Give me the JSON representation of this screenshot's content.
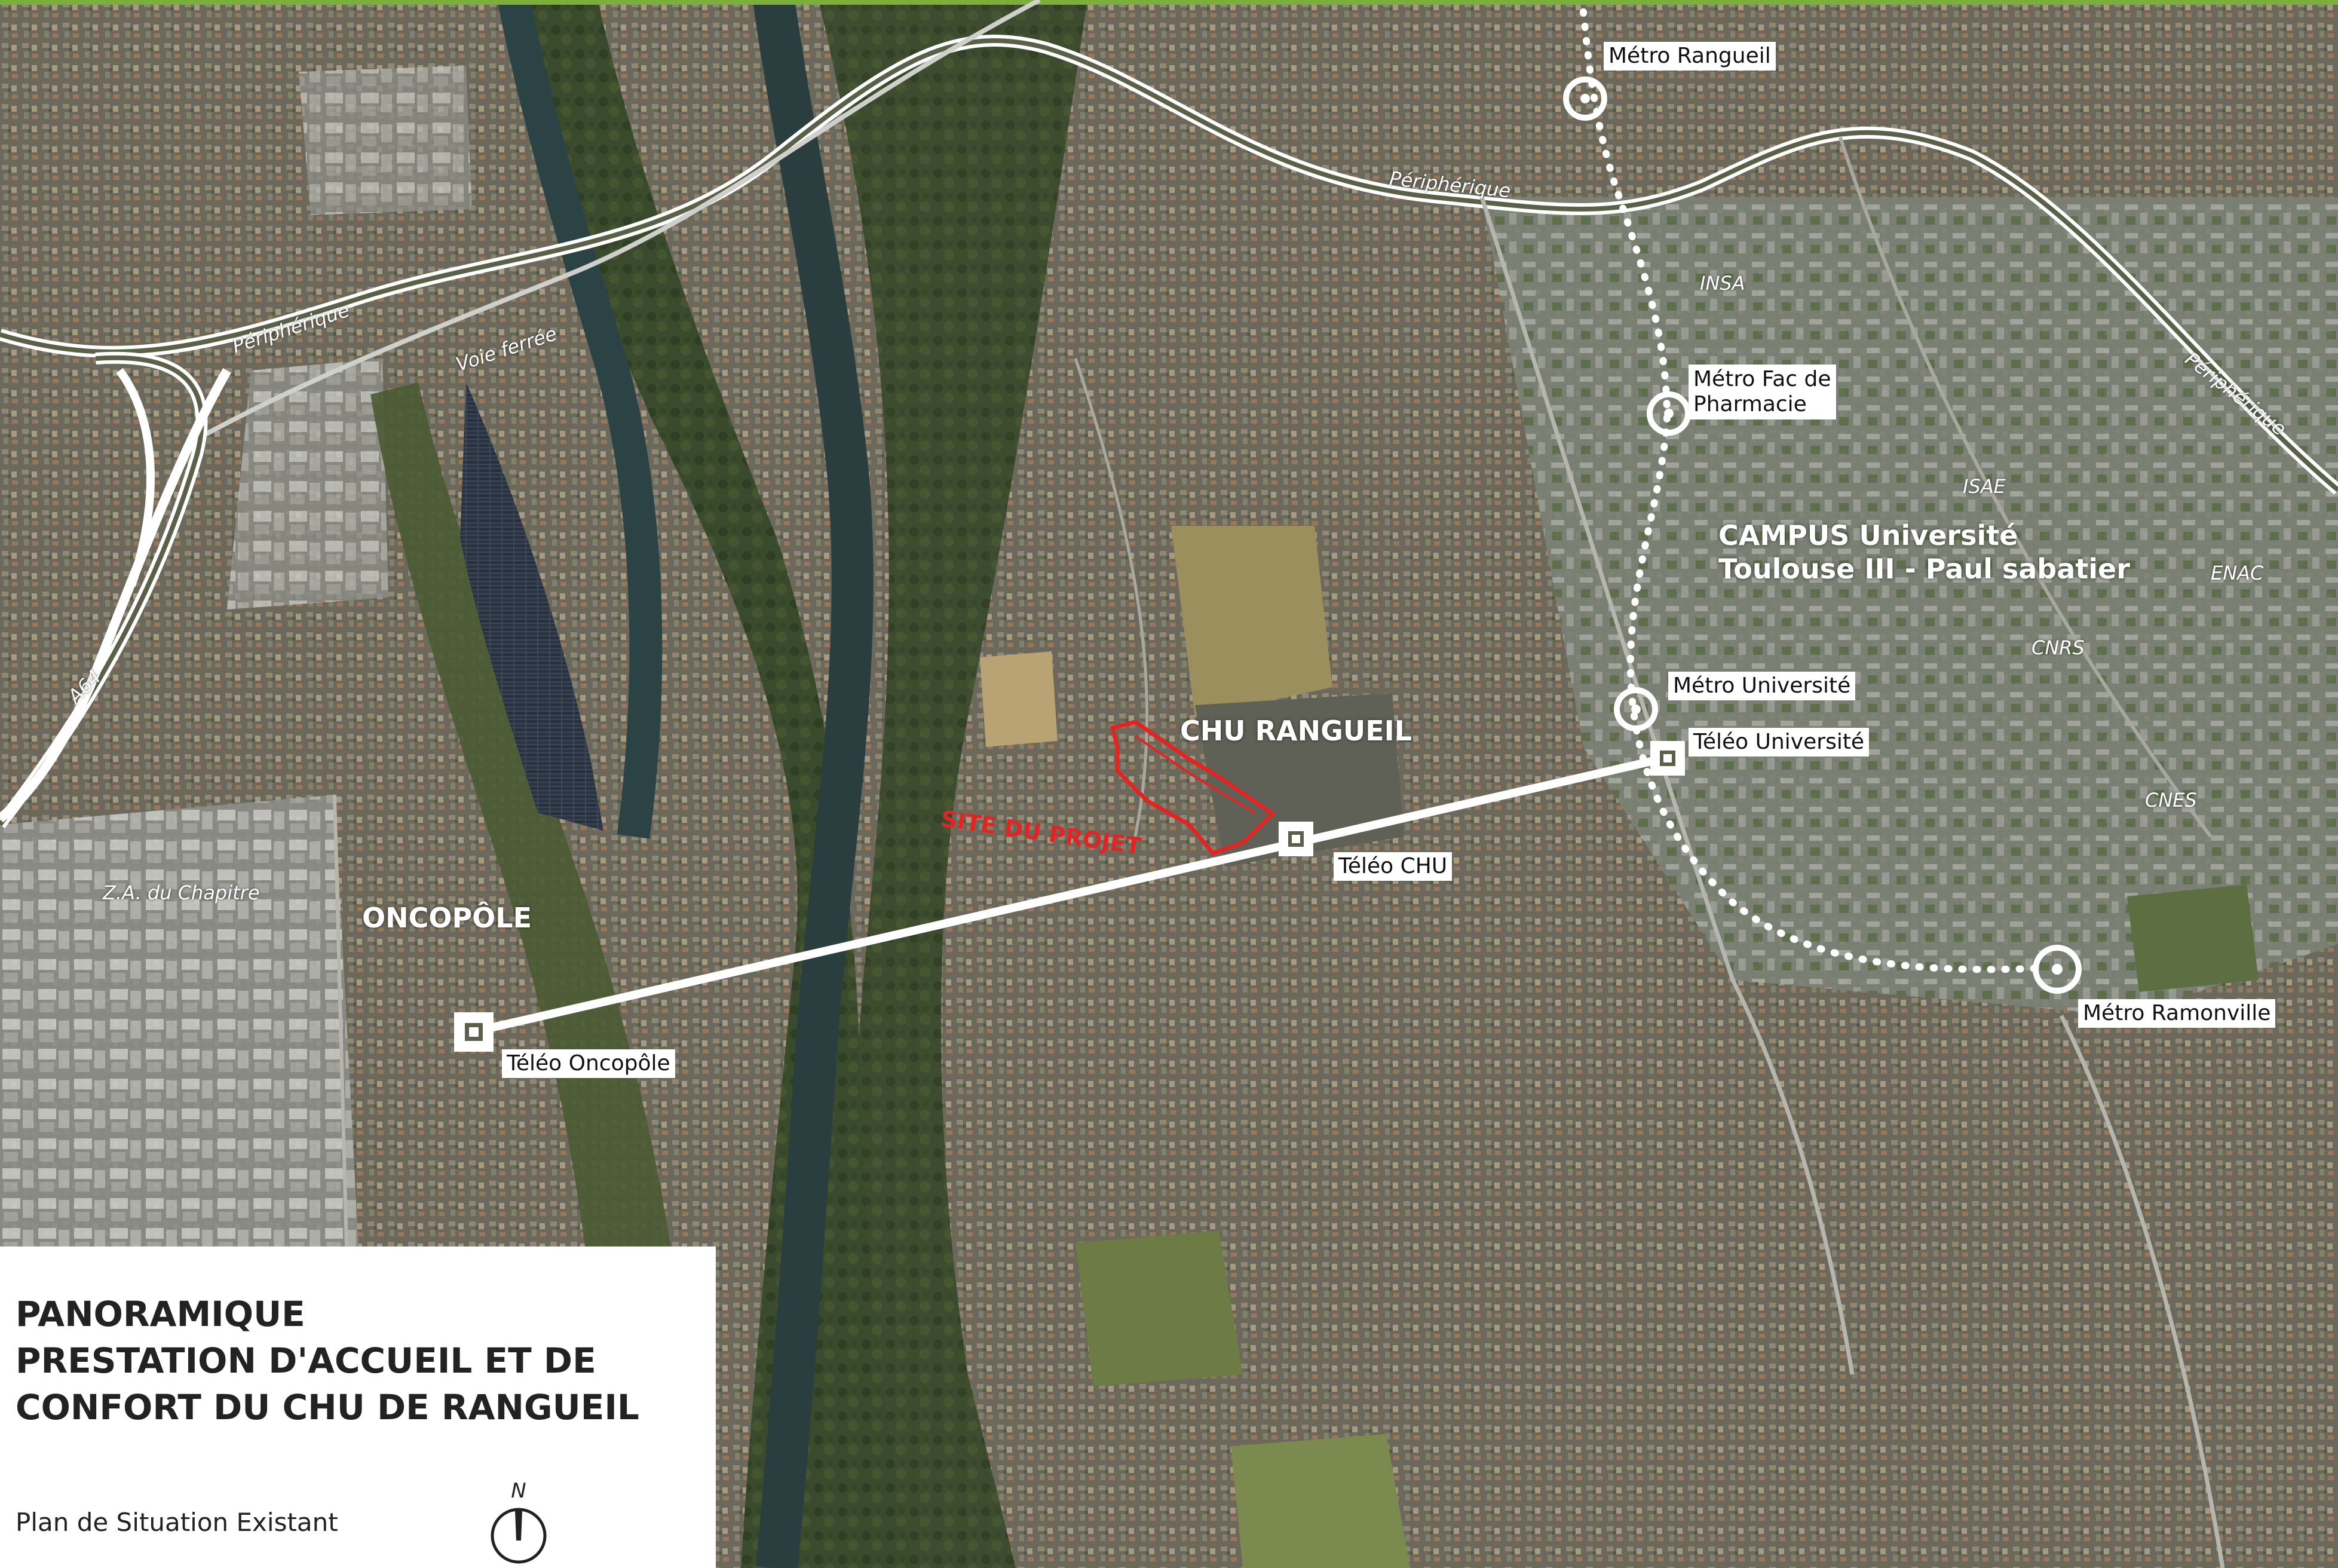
{
  "colors": {
    "top_bar": "#7cae3a",
    "project_site": "#e02525",
    "overlay_white": "#ffffff"
  },
  "labels": {
    "metro_rangueil": "Métro Rangueil",
    "metro_fac_pharmacie_line1": "Métro Fac de",
    "metro_fac_pharmacie_line2": "Pharmacie",
    "metro_universite": "Métro Université",
    "teleo_universite": "Téléo Université",
    "teleo_chu": "Téléo CHU",
    "teleo_oncopole": "Téléo Oncopôle",
    "metro_ramonville": "Métro Ramonville",
    "chu_rangueil": "CHU RANGUEIL",
    "site_du_projet": "SITE DU PROJET",
    "campus_line1": "CAMPUS Université",
    "campus_line2": "Toulouse III - Paul sabatier",
    "oncopole": "ONCOPÔLE",
    "za_chapitre": "Z.A. du Chapitre",
    "peripherique_top": "Périphérique",
    "peripherique_left": "Périphérique",
    "peripherique_right": "Périphérique",
    "voie_ferree": "Voie ferrée",
    "a64": "A64",
    "insa": "INSA",
    "isae": "ISAE",
    "enac": "ENAC",
    "cnrs": "CNRS",
    "cnes": "CNES"
  },
  "panel": {
    "title_line1": "PANORAMIQUE",
    "title_line2": "PRESTATION D'ACCUEIL ET DE",
    "title_line3": "CONFORT DU CHU DE RANGUEIL",
    "subtitle": "Plan de Situation Existant",
    "north": "N"
  },
  "icons": {
    "metro_station": "metro-station-icon",
    "teleo_station": "teleo-station-icon",
    "north_arrow": "north-arrow-icon"
  }
}
